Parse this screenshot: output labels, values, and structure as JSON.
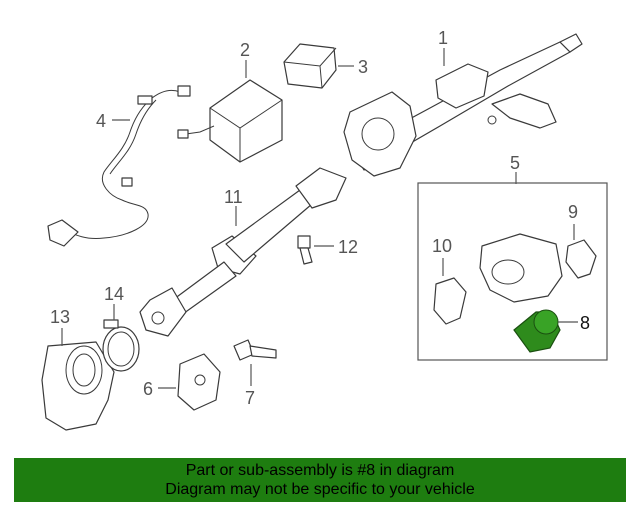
{
  "callouts": {
    "c1": "1",
    "c2": "2",
    "c3": "3",
    "c4": "4",
    "c5": "5",
    "c6": "6",
    "c7": "7",
    "c8": "8",
    "c9": "9",
    "c10": "10",
    "c11": "11",
    "c12": "12",
    "c13": "13",
    "c14": "14"
  },
  "highlight": {
    "part_number": "8",
    "color": "#2e8b1c"
  },
  "banner": {
    "line1": "Part or sub-assembly is #8 in diagram",
    "line2": "Diagram may not be specific to your vehicle",
    "background": "#1e7d10"
  }
}
